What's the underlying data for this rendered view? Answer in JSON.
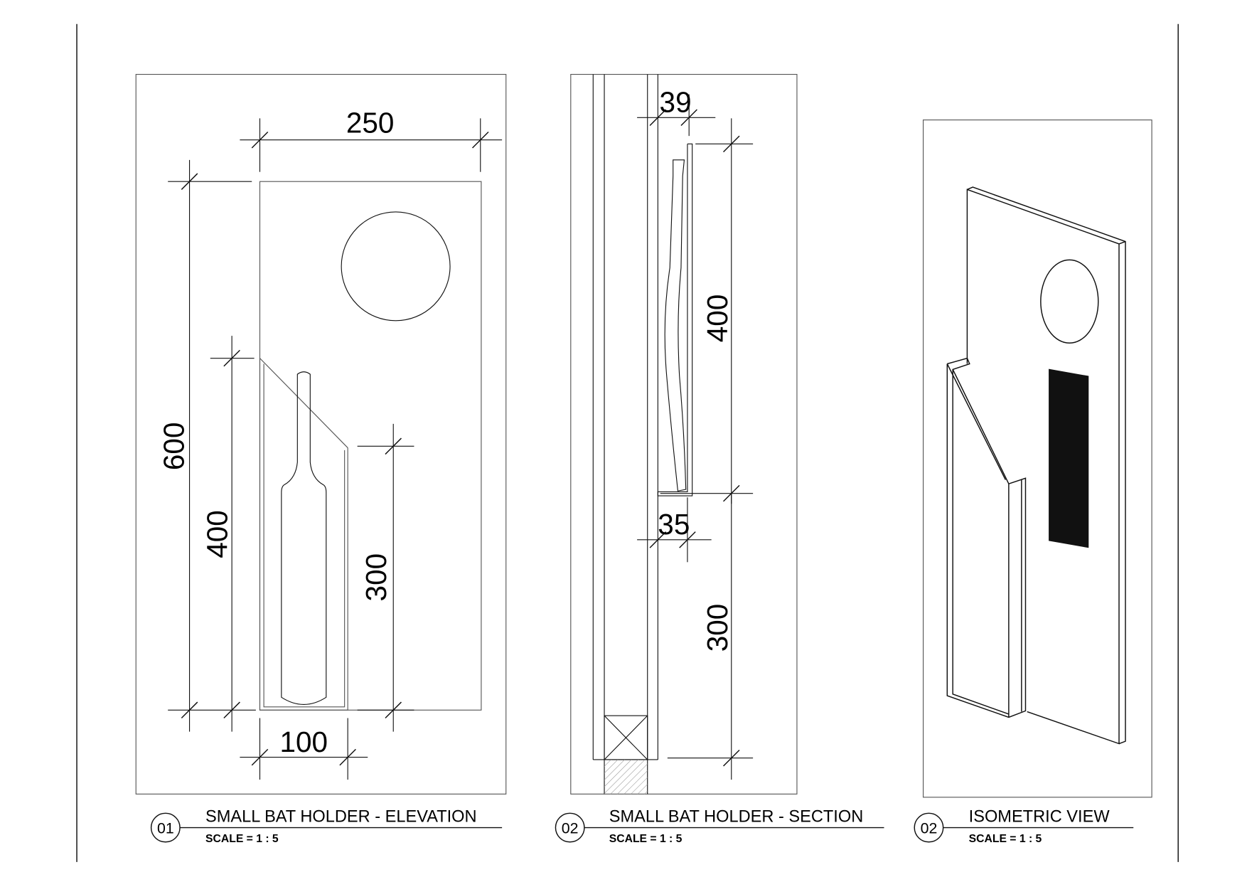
{
  "views": [
    {
      "number": "01",
      "title": "SMALL BAT HOLDER - ELEVATION",
      "scale": "SCALE =  1 : 5",
      "dimensions": {
        "width": "250",
        "height": "600",
        "holder_height": "400",
        "holder_front_height": "300",
        "holder_width": "100"
      }
    },
    {
      "number": "02",
      "title": "SMALL BAT HOLDER - SECTION",
      "scale": "SCALE =  1 : 5",
      "dimensions": {
        "top_depth": "39",
        "upper_height": "400",
        "bottom_depth": "35",
        "lower_height": "300"
      }
    },
    {
      "number": "02",
      "title": "ISOMETRIC VIEW",
      "scale": "SCALE =  1 : 5"
    }
  ]
}
